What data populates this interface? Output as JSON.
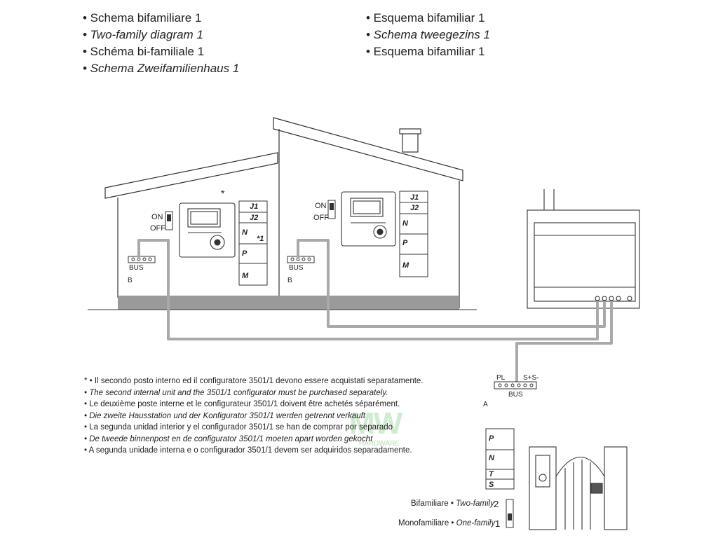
{
  "titles_left": [
    {
      "text": "• Schema bifamiliare 1",
      "italic": false
    },
    {
      "text": "• Two-family diagram 1",
      "italic": true
    },
    {
      "text": "• Schéma bi-familiale 1",
      "italic": false
    },
    {
      "text": "• Schema Zweifamilienhaus 1",
      "italic": true
    }
  ],
  "titles_right": [
    {
      "text": "• Esquema bifamiliar 1",
      "italic": false
    },
    {
      "text": "• Schema tweegezins 1",
      "italic": true
    },
    {
      "text": "• Esquema bifamiliar 1",
      "italic": false
    }
  ],
  "labels": {
    "asterisk": "*",
    "on": "ON",
    "off": "OFF",
    "j1": "J1",
    "j2": "J2",
    "n": "N",
    "p": "P",
    "m": "M",
    "t": "T",
    "s": "S",
    "star1": "*1",
    "bus": "BUS",
    "b": "B",
    "a": "A",
    "pl": "PL",
    "s_plus_minus": "S+S-",
    "bifamiliare": "Bifamiliare • ",
    "two_family": "Two-family",
    "two": "2",
    "monofamiliare": "Monofamiliare • ",
    "one_family": "One-family",
    "one": "1"
  },
  "notes": [
    {
      "text": "* • Il secondo posto interno ed il configuratore 3501/1 devono essere acquistati separatamente.",
      "italic": false
    },
    {
      "text": "• The second internal unit and the 3501/1 configurator must be purchased separately.",
      "italic": true
    },
    {
      "text": "• Le deuxième poste interne et le configurateur 3501/1 doivent être achetés séparément.",
      "italic": false
    },
    {
      "text": "• Die zweite Hausstation und der Konfigurator 3501/1 werden getrennt verkauft",
      "italic": true
    },
    {
      "text": "• La segunda unidad interior y el configurador 3501/1 se han de comprar por separado",
      "italic": false
    },
    {
      "text": "• De tweede binnenpost en de configurator 3501/1 moeten apart worden gekocht",
      "italic": true
    },
    {
      "text": "• A segunda unidade interna e o configurador 3501/1 devem ser adquiridos separadamente.",
      "italic": false
    }
  ],
  "watermark": {
    "main": "MW",
    "sub": "HARDWARE"
  },
  "colors": {
    "wire": "#a9a9a9",
    "ink": "#333333",
    "ground": "#9a9a9a"
  }
}
